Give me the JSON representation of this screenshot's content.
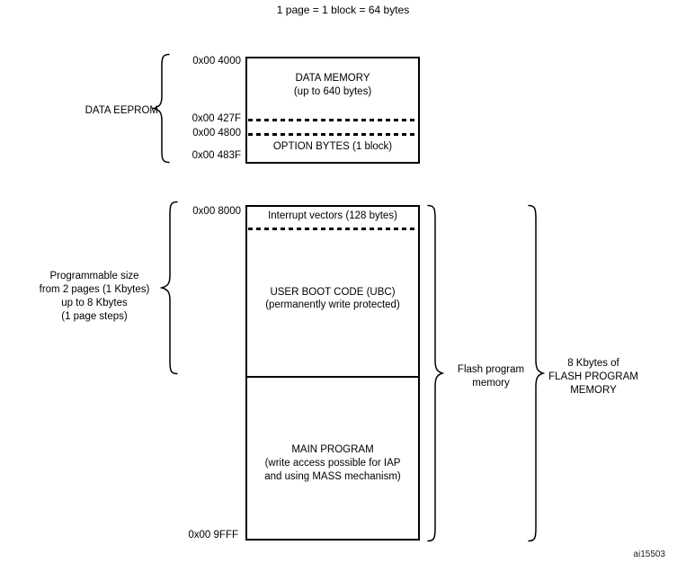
{
  "page": {
    "title": "1 page = 1 block = 64 bytes",
    "figure_id": "ai15503"
  },
  "eeprom": {
    "section_label": "DATA EEPROM",
    "addresses": {
      "start": "0x00 4000",
      "data_end": "0x00 427F",
      "option_start": "0x00 4800",
      "option_end": "0x00 483F"
    },
    "data_memory": {
      "line1": "DATA MEMORY",
      "line2": "(up to 640 bytes)"
    },
    "option_bytes_label": "OPTION BYTES (1 block)"
  },
  "flash": {
    "programmable_label": {
      "line1": "Programmable size",
      "line2": "from 2 pages (1 Kbytes)",
      "line3": "up to 8 Kbytes",
      "line4": "(1 page steps)"
    },
    "addresses": {
      "start": "0x00 8000",
      "end": "0x00 9FFF"
    },
    "interrupt_vectors_label": "Interrupt vectors (128 bytes)",
    "ubc": {
      "line1": "USER BOOT CODE (UBC)",
      "line2": "(permanently write protected)"
    },
    "main_program": {
      "line1": "MAIN PROGRAM",
      "line2": "(write access possible for IAP",
      "line3": "and using MASS mechanism)"
    },
    "flash_program_label": {
      "line1": "Flash program",
      "line2": "memory"
    },
    "kbytes_label": {
      "line1": "8 Kbytes of",
      "line2": "FLASH PROGRAM",
      "line3": "MEMORY"
    }
  },
  "colors": {
    "line": "#000000",
    "background": "#ffffff",
    "text": "#000000"
  }
}
